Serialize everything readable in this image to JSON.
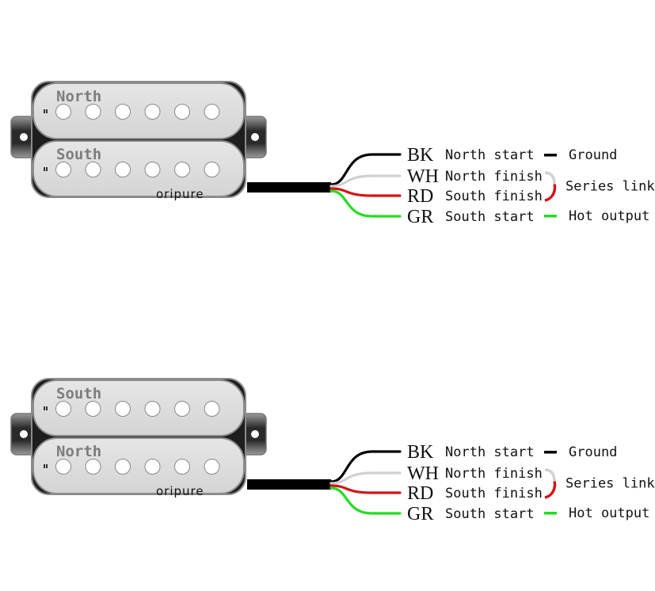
{
  "diagrams": [
    {
      "id": "diagram-1",
      "coils": [
        {
          "position": "top",
          "label": "North"
        },
        {
          "position": "bottom",
          "label": "South"
        }
      ],
      "brand": "oripure",
      "pole_count": 6,
      "wires": [
        {
          "code": "BK",
          "description": "North start",
          "color": "#000000"
        },
        {
          "code": "WH",
          "description": "North finish",
          "color": "#d0d0d0"
        },
        {
          "code": "RD",
          "description": "South finish",
          "color": "#d31414"
        },
        {
          "code": "GR",
          "description": "South start",
          "color": "#22dd22"
        }
      ],
      "connections": {
        "ground": "Ground",
        "series": "Series link",
        "hot": "Hot output"
      }
    },
    {
      "id": "diagram-2",
      "coils": [
        {
          "position": "top",
          "label": "South"
        },
        {
          "position": "bottom",
          "label": "North"
        }
      ],
      "brand": "oripure",
      "pole_count": 6,
      "wires": [
        {
          "code": "BK",
          "description": "North start",
          "color": "#000000"
        },
        {
          "code": "WH",
          "description": "North finish",
          "color": "#d0d0d0"
        },
        {
          "code": "RD",
          "description": "South finish",
          "color": "#d31414"
        },
        {
          "code": "GR",
          "description": "South start",
          "color": "#22dd22"
        }
      ],
      "connections": {
        "ground": "Ground",
        "series": "Series link",
        "hot": "Hot output"
      }
    }
  ],
  "colors": {
    "cover": "#dcdcdc",
    "cover_edge": "#8c8c8c",
    "coil_label": "#7d7d7d",
    "cable": "#000000"
  }
}
